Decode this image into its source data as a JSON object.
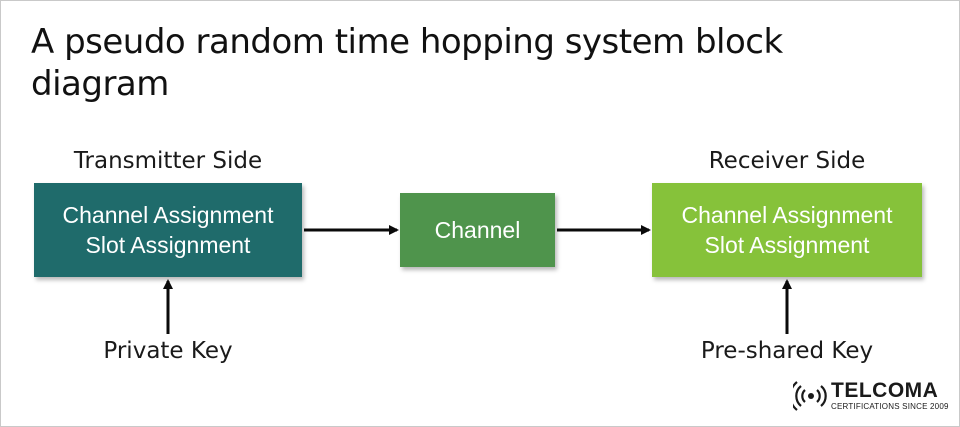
{
  "title": "A pseudo random time hopping system block diagram",
  "transmitter": {
    "side_label": "Transmitter Side",
    "block_lines": [
      "Channel Assignment",
      "Slot Assignment"
    ],
    "key_label": "Private Key",
    "color": "#1f6b6b"
  },
  "channel": {
    "label": "Channel",
    "color": "#4f944c"
  },
  "receiver": {
    "side_label": "Receiver Side",
    "block_lines": [
      "Channel Assignment",
      "Slot Assignment"
    ],
    "key_label": "Pre-shared Key",
    "color": "#86c23a"
  },
  "logo": {
    "name": "TELCOMA",
    "tagline": "CERTIFICATIONS SINCE 2009",
    "icon": "signal-broadcast-icon"
  },
  "colors": {
    "arrow": "#0a0a0a",
    "text": "#1a1a1a"
  }
}
